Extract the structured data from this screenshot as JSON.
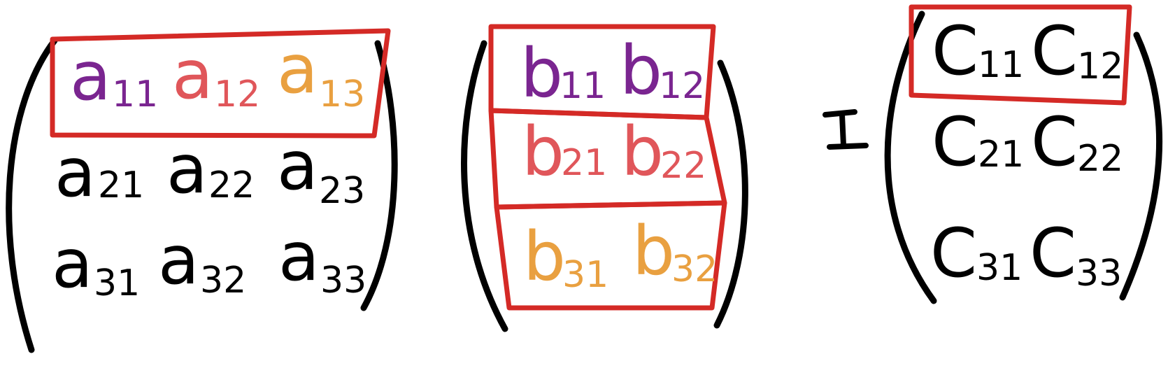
{
  "colors": {
    "ink": "#000000",
    "box": "#d42a26",
    "purple": "#7a2590",
    "red": "#e0565a",
    "orange": "#e9a040"
  },
  "matrix_a": {
    "entries": [
      {
        "letter": "a",
        "sub": "11",
        "color": "#7a2590"
      },
      {
        "letter": "a",
        "sub": "12",
        "color": "#e0565a"
      },
      {
        "letter": "a",
        "sub": "13",
        "color": "#e9a040"
      },
      {
        "letter": "a",
        "sub": "21",
        "color": "#000000"
      },
      {
        "letter": "a",
        "sub": "22",
        "color": "#000000"
      },
      {
        "letter": "a",
        "sub": "23",
        "color": "#000000"
      },
      {
        "letter": "a",
        "sub": "31",
        "color": "#000000"
      },
      {
        "letter": "a",
        "sub": "32",
        "color": "#000000"
      },
      {
        "letter": "a",
        "sub": "33",
        "color": "#000000"
      }
    ]
  },
  "matrix_b": {
    "entries": [
      {
        "letter": "b",
        "sub": "11",
        "color": "#7a2590"
      },
      {
        "letter": "b",
        "sub": "12",
        "color": "#7a2590"
      },
      {
        "letter": "b",
        "sub": "21",
        "color": "#e0565a"
      },
      {
        "letter": "b",
        "sub": "22",
        "color": "#e0565a"
      },
      {
        "letter": "b",
        "sub": "31",
        "color": "#e9a040"
      },
      {
        "letter": "b",
        "sub": "32",
        "color": "#e9a040"
      }
    ]
  },
  "equals_sign": "=",
  "matrix_c": {
    "entries": [
      {
        "letter": "C",
        "sub": "11",
        "color": "#000000"
      },
      {
        "letter": "C",
        "sub": "12",
        "color": "#000000"
      },
      {
        "letter": "C",
        "sub": "21",
        "color": "#000000"
      },
      {
        "letter": "C",
        "sub": "22",
        "color": "#000000"
      },
      {
        "letter": "C",
        "sub": "31",
        "color": "#000000"
      },
      {
        "letter": "C",
        "sub": "33",
        "color": "#000000"
      }
    ]
  }
}
